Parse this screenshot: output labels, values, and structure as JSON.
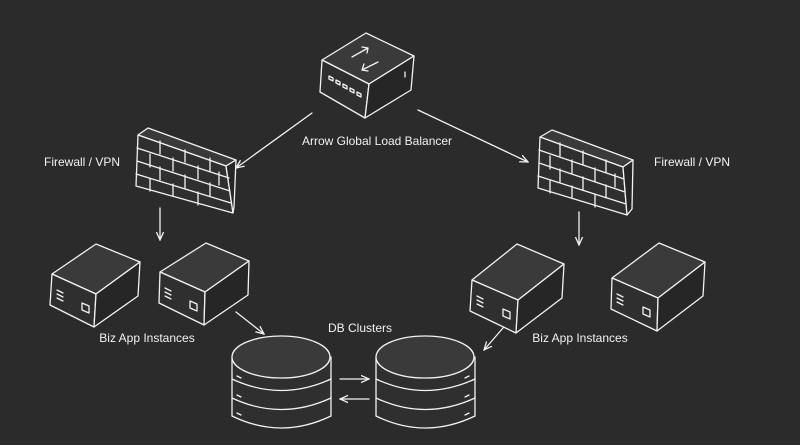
{
  "diagram": {
    "load_balancer": {
      "label": "Arrow Global Load Balancer",
      "icon": "load-balancer-icon"
    },
    "firewall_left": {
      "label": "Firewall / VPN",
      "icon": "brick-wall-icon"
    },
    "firewall_right": {
      "label": "Firewall / VPN",
      "icon": "brick-wall-icon"
    },
    "apps_left": {
      "label": "Biz App Instances",
      "icon": "server-icon"
    },
    "apps_right": {
      "label": "Biz App Instances",
      "icon": "server-icon"
    },
    "db": {
      "label": "DB Clusters",
      "icon": "database-icon"
    },
    "colors": {
      "background": "#2b2b2b",
      "stroke": "#f2f2f2"
    }
  }
}
